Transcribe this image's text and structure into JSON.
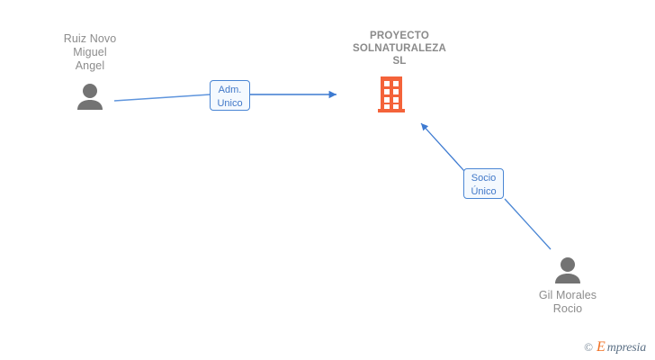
{
  "diagram": {
    "type": "org-relationship-graph",
    "background_color": "#ffffff",
    "accent_colors": {
      "company": "#f4633a",
      "person": "#737373",
      "connector": "#4a86d4",
      "label_text": "#8c8c8c",
      "relation_text": "#4178c8"
    },
    "company": {
      "name": "PROYECTO\nSOLNATURALEZA\nSL",
      "icon": "building-icon"
    },
    "people": [
      {
        "id": "ruiz-novo-miguel-angel",
        "name": "Ruiz Novo\nMiguel\nAngel",
        "icon": "person-icon",
        "label_position": "above"
      },
      {
        "id": "gil-morales-rocio",
        "name": "Gil Morales\nRocio",
        "icon": "person-icon",
        "label_position": "below"
      }
    ],
    "relations": [
      {
        "id": "adm-unico",
        "label": "Adm.\nUnico",
        "from": "ruiz-novo-miguel-angel",
        "to": "company",
        "arrow": "to-company"
      },
      {
        "id": "socio-unico",
        "label": "Socio\nÚnico",
        "from": "gil-morales-rocio",
        "to": "company",
        "arrow": "to-company"
      }
    ]
  },
  "watermark": {
    "copyright": "©",
    "brand_initial": "E",
    "brand_rest": "mpresia"
  }
}
